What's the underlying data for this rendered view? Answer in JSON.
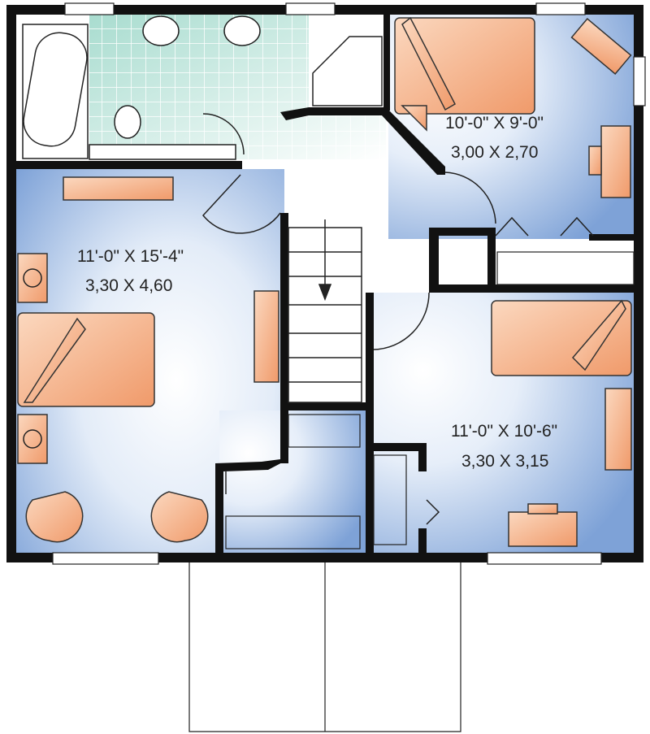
{
  "rooms": {
    "bedroom_left": {
      "imperial": "11'-0\" X 15'-4\"",
      "metric": "3,30 X 4,60"
    },
    "bedroom_top_right": {
      "imperial": "10'-0\" X 9'-0\"",
      "metric": "3,00 X 2,70"
    },
    "bedroom_bottom_right": {
      "imperial": "11'-0\" X 10'-6\"",
      "metric": "3,30 X 3,15"
    }
  },
  "colors": {
    "room_blue": "#8fb0df",
    "furniture_orange": "#f2a477",
    "tile_green": "#bfe6dc",
    "wall": "#111111"
  }
}
